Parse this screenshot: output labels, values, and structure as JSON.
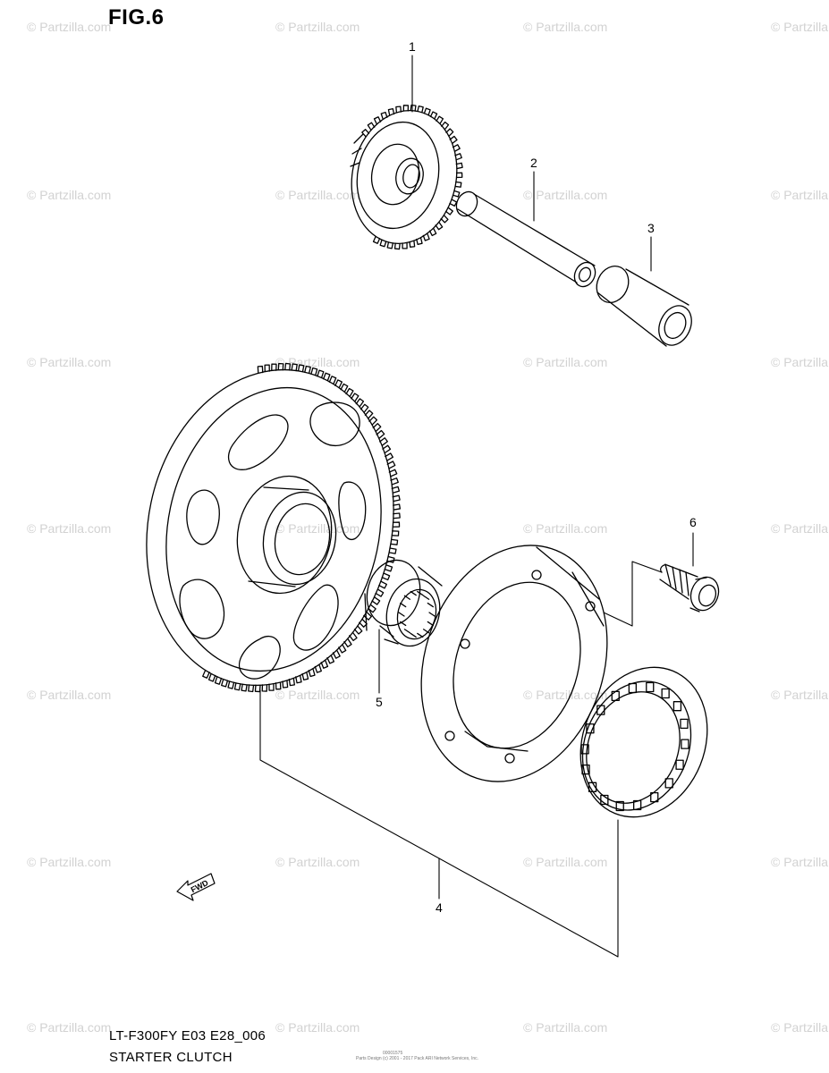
{
  "figure": {
    "title": "FIG.6",
    "model_code": "LT-F300FY E03 E28_006",
    "section_name": "STARTER CLUTCH",
    "fwd_label": "FWD",
    "fine_print_line1": "00001575",
    "fine_print_line2": "Parts Design (c) 2001 - 2017 Pack ARI Network Services, Inc."
  },
  "watermark": {
    "text": "© Partzilla.com"
  },
  "callouts": [
    {
      "number": "1",
      "part": "starter-idle-gear"
    },
    {
      "number": "2",
      "part": "idle-gear-shaft"
    },
    {
      "number": "3",
      "part": "spacer-bushing"
    },
    {
      "number": "4",
      "part": "starter-clutch-assembly"
    },
    {
      "number": "5",
      "part": "needle-bearing"
    },
    {
      "number": "6",
      "part": "clutch-bolt"
    }
  ],
  "colors": {
    "line": "#000000",
    "watermark": "#d2d2d2",
    "background": "#ffffff"
  }
}
